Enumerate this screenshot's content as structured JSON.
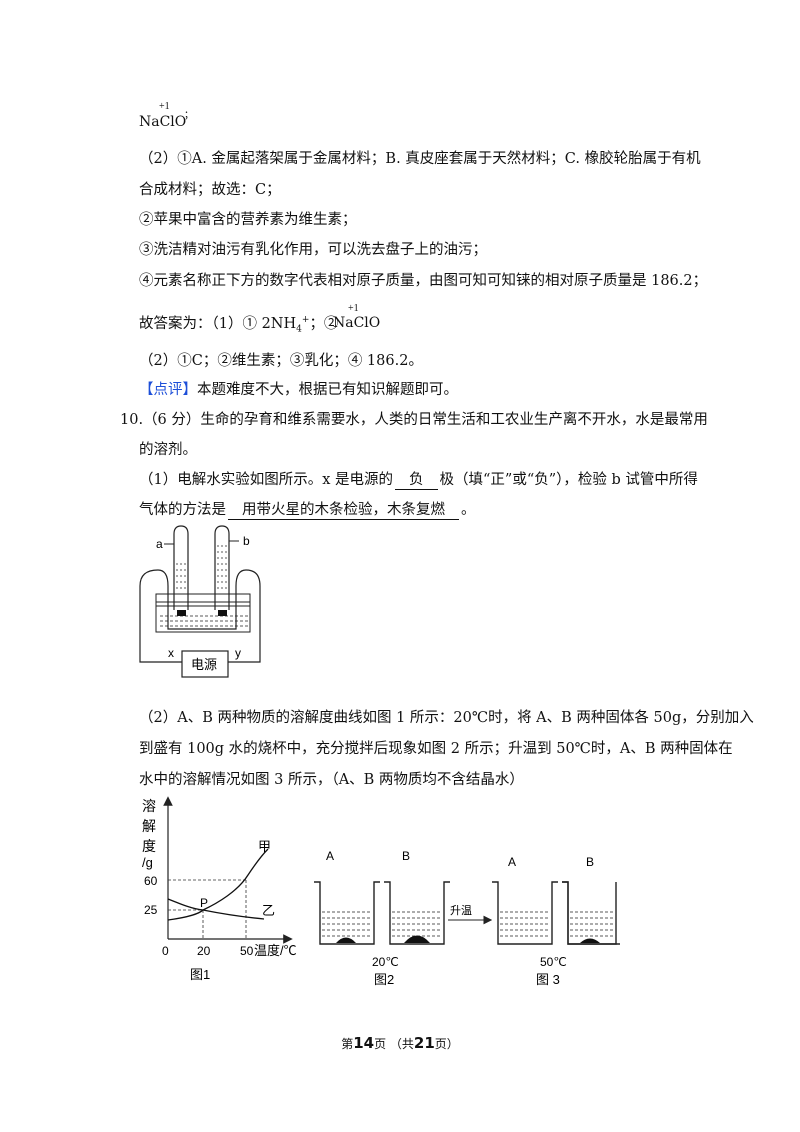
{
  "top_formula": {
    "ox": "+1",
    "formula": "NaClO",
    "punct": "；"
  },
  "part2": {
    "line1": "（2）①A. 金属起落架属于金属材料；B. 真皮座套属于天然材料；C. 橡胶轮胎属于有机",
    "line2": "合成材料；故选：C；",
    "line3": "②苹果中富含的营养素为维生素；",
    "line4": "③洗洁精对油污有乳化作用，可以洗去盘子上的油污；",
    "line5": "④元素名称正下方的数字代表相对原子质量，由图可知可知铼的相对原子质量是 186.2；"
  },
  "answer": {
    "prefix": "故答案为：（1）① 2NH",
    "sub": "4",
    "sup": "+",
    "mid": "；②",
    "ox": "+1",
    "formula": "NaClO",
    "line2": "（2）①C；②维生素；③乳化；④ 186.2。"
  },
  "comment": {
    "tag": "【点评】",
    "text": "本题难度不大，根据已有知识解题即可。"
  },
  "q10": {
    "line1": "10.（6 分）生命的孕育和维系需要水，人类的日常生活和工农业生产离不开水，水是最常用",
    "line2": "的溶剂。",
    "q1_a": "（1）电解水实验如图所示。x 是电源的",
    "q1_ans1": "负",
    "q1_b": "极（填“正”或“负”），检验 b 试管中所得",
    "q1_c": "气体的方法是",
    "q1_ans2": "用带火星的木条检验，木条复燃",
    "q1_d": "。",
    "q2_line1": "（2）A、B 两种物质的溶解度曲线如图 1 所示：20℃时，将 A、B 两种固体各 50g，分别加入",
    "q2_line2": "到盛有 100g 水的烧杯中，充分搅拌后现象如图 2 所示；升温到 50℃时，A、B 两种固体在",
    "q2_line3": "水中的溶解情况如图 3 所示，（A、B 两物质均不含结晶水）"
  },
  "electrolysis_fig": {
    "label_a": "a",
    "label_b": "b",
    "label_x": "x",
    "label_y": "y",
    "power": "电源"
  },
  "solubility_fig": {
    "ylabel_chars": [
      "溶",
      "解",
      "度"
    ],
    "yunit": "/g",
    "y_ticks": [
      "60",
      "25"
    ],
    "x_ticks": [
      "0",
      "20",
      "50"
    ],
    "xlabel": "温度/℃",
    "curve_jia": "甲",
    "curve_yi": "乙",
    "point": "P",
    "caption": "图1"
  },
  "beaker_fig": {
    "label_A1": "A",
    "label_B1": "B",
    "label_A2": "A",
    "label_B2": "B",
    "temp1": "20℃",
    "temp2": "50℃",
    "arrow": "升温",
    "caption2": "图2",
    "caption3": "图 3"
  },
  "footer": {
    "pre": "第",
    "page": "14",
    "mid": "页 （共",
    "total": "21",
    "post": "页）"
  }
}
